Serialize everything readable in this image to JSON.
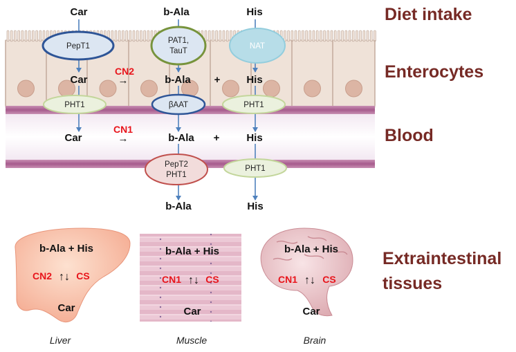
{
  "sections": {
    "diet": "Diet intake",
    "enterocytes": "Enterocytes",
    "blood": "Blood",
    "extra_line1": "Extraintestinal",
    "extra_line2": "tissues"
  },
  "molecules": {
    "car": "Car",
    "bala": "b-Ala",
    "his": "His",
    "plus": "+",
    "arrow": "→"
  },
  "enzymes": {
    "cn1": "CN1",
    "cn2": "CN2",
    "cs": "CS",
    "updown": "↑↓"
  },
  "transporters": {
    "pept1": "PepT1",
    "pat1_line1": "PAT1,",
    "pat1_line2": "TauT",
    "nat": "NAT",
    "pht1": "PHT1",
    "baat": "βAAT",
    "pept2": "PepT2"
  },
  "tissue_text": {
    "bala_his": "b-Ala + His",
    "car": "Car"
  },
  "organs": {
    "liver": "Liver",
    "muscle": "Muscle",
    "brain": "Brain"
  },
  "colors": {
    "section_title": "#762a25",
    "enzyme": "#e8141b",
    "arrow": "#4f81bd",
    "membrane": "#b0719d",
    "cell": "#efe2d8"
  }
}
